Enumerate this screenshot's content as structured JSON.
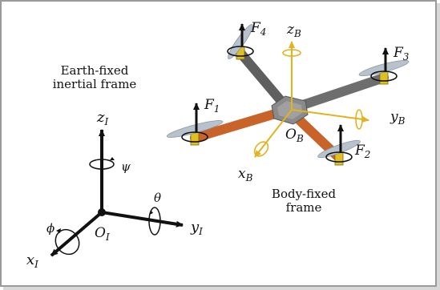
{
  "earth_frame": {
    "caption_line1": "Earth-fixed",
    "caption_line2": "inertial frame",
    "axis_z": "z",
    "axis_z_sub": "I",
    "axis_y": "y",
    "axis_y_sub": "I",
    "axis_x": "x",
    "axis_x_sub": "I",
    "origin": "O",
    "origin_sub": "I",
    "yaw": "ψ",
    "pitch": "θ",
    "roll": "ϕ"
  },
  "body_frame": {
    "caption_line1": "Body-fixed",
    "caption_line2": "frame",
    "axis_z": "z",
    "axis_z_sub": "B",
    "axis_y": "y",
    "axis_y_sub": "B",
    "axis_x": "x",
    "axis_x_sub": "B",
    "origin": "O",
    "origin_sub": "B"
  },
  "forces": {
    "f1": "F",
    "f1_sub": "1",
    "f2": "F",
    "f2_sub": "2",
    "f3": "F",
    "f3_sub": "3",
    "f4": "F",
    "f4_sub": "4"
  },
  "colors": {
    "body_axis": "#e3b21f",
    "front_arm": "#c8642a",
    "rear_arm": "#6e6e6e",
    "hub": "#8a8a8a",
    "propeller": "#b8c2cc",
    "motor": "#e0c020"
  }
}
